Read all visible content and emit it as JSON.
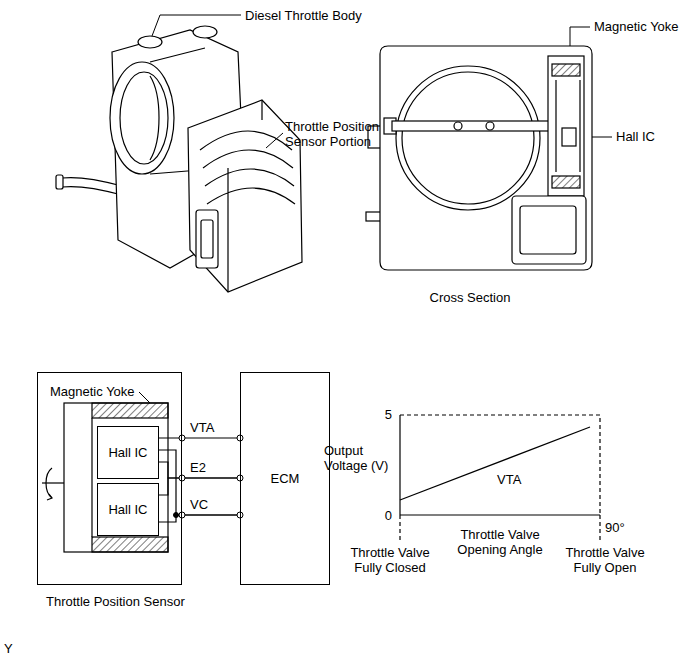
{
  "diagram": {
    "nodes": [
      {
        "text": [
          "Throttle Position Sensor"
        ]
      },
      {
        "text": [
          "Hall IC"
        ],
        "in": 0
      },
      {
        "text": [
          "Hall IC"
        ],
        "in": 0
      },
      {
        "text": [
          "ECM"
        ]
      }
    ],
    "edges": [
      {
        "from": 1,
        "to": 3,
        "arrow": "none",
        "label": "VTA"
      },
      {
        "from": 1,
        "to": 3,
        "arrow": "none",
        "label": "E2"
      },
      {
        "from": 2,
        "to": 3,
        "arrow": "none"
      },
      {
        "from": 1,
        "to": 3,
        "arrow": "none",
        "label": "VC"
      },
      {
        "from": 2,
        "to": 3,
        "arrow": "none"
      }
    ],
    "labels": [
      "Diesel Throttle Body",
      "Throttle Position Sensor Portion",
      "Magnetic Yoke",
      "Hall IC",
      "Cross Section",
      "Magnetic Yoke",
      "5",
      "0",
      "Output Voltage (V)",
      "VTA",
      "Throttle Valve Opening Angle",
      "90°",
      "Throttle Valve Fully Closed",
      "Throttle Valve Fully Open",
      "Y"
    ]
  }
}
